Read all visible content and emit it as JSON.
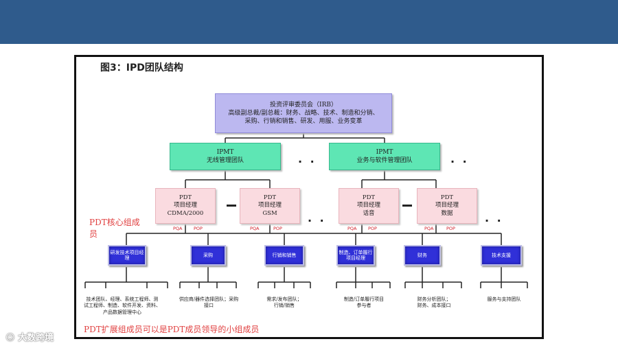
{
  "figure": {
    "title": "图3：IPD团队结构"
  },
  "irb": {
    "line1": "投资评审委员会（IRB）",
    "line2": "高级副总裁/副总裁：财务、战略、技术、制造和分销、",
    "line3": "采购、行销和销售、研发、用服、业务变革"
  },
  "ipmt": [
    {
      "line1": "IPMT",
      "line2": "无线管理团队"
    },
    {
      "line1": "IPMT",
      "line2": "业务与软件管理团队"
    }
  ],
  "pdt": [
    {
      "line1": "PDT",
      "line2": "项目经理",
      "line3": "CDMA/2000"
    },
    {
      "line1": "PDT",
      "line2": "项目经理",
      "line3": "GSM"
    },
    {
      "line1": "PDT",
      "line2": "项目经理",
      "line3": "话音"
    },
    {
      "line1": "PDT",
      "line2": "项目经理",
      "line3": "数据"
    }
  ],
  "pqa_labels": [
    "PQA",
    "POP",
    "PQA",
    "POP",
    "PQA",
    "POP",
    "PQA",
    "POP"
  ],
  "ellipsis": "· ·",
  "core_members_label": "PDT核心组成员",
  "functions": [
    {
      "label": "研发技术项目经理"
    },
    {
      "label": "采购"
    },
    {
      "label": "行销和销售"
    },
    {
      "label": "制造、订单履行项目经理"
    },
    {
      "label": "财务"
    },
    {
      "label": "技术支援"
    }
  ],
  "sub_groups": [
    {
      "line1": "技术团队、经理、系统工程师、测",
      "line2": "试工程师、制造、软件开发、资料、",
      "line3": "产品数据管理中心"
    },
    {
      "line1": "供应商/器件选择团队；采购",
      "line2": "接口",
      "line3": ""
    },
    {
      "line1": "需求/发布团队；",
      "line2": "行销/销售",
      "line3": ""
    },
    {
      "line1": "制造/订单履行项目",
      "line2": "参与者",
      "line3": ""
    },
    {
      "line1": "财务分析团队；",
      "line2": "财务、成本接口",
      "line3": ""
    },
    {
      "line1": "服务与支持团队",
      "line2": "",
      "line3": ""
    }
  ],
  "extended_note": "PDT扩展组成员可以是PDT成员领导的小组成员",
  "watermark": "大数跨境",
  "colors": {
    "header": "#2f5b8c",
    "irb": "#bcb8f0",
    "ipmt": "#5ee6b4",
    "pdt": "#fadbe0",
    "function": "#3030d8",
    "note_red": "#e04040"
  }
}
